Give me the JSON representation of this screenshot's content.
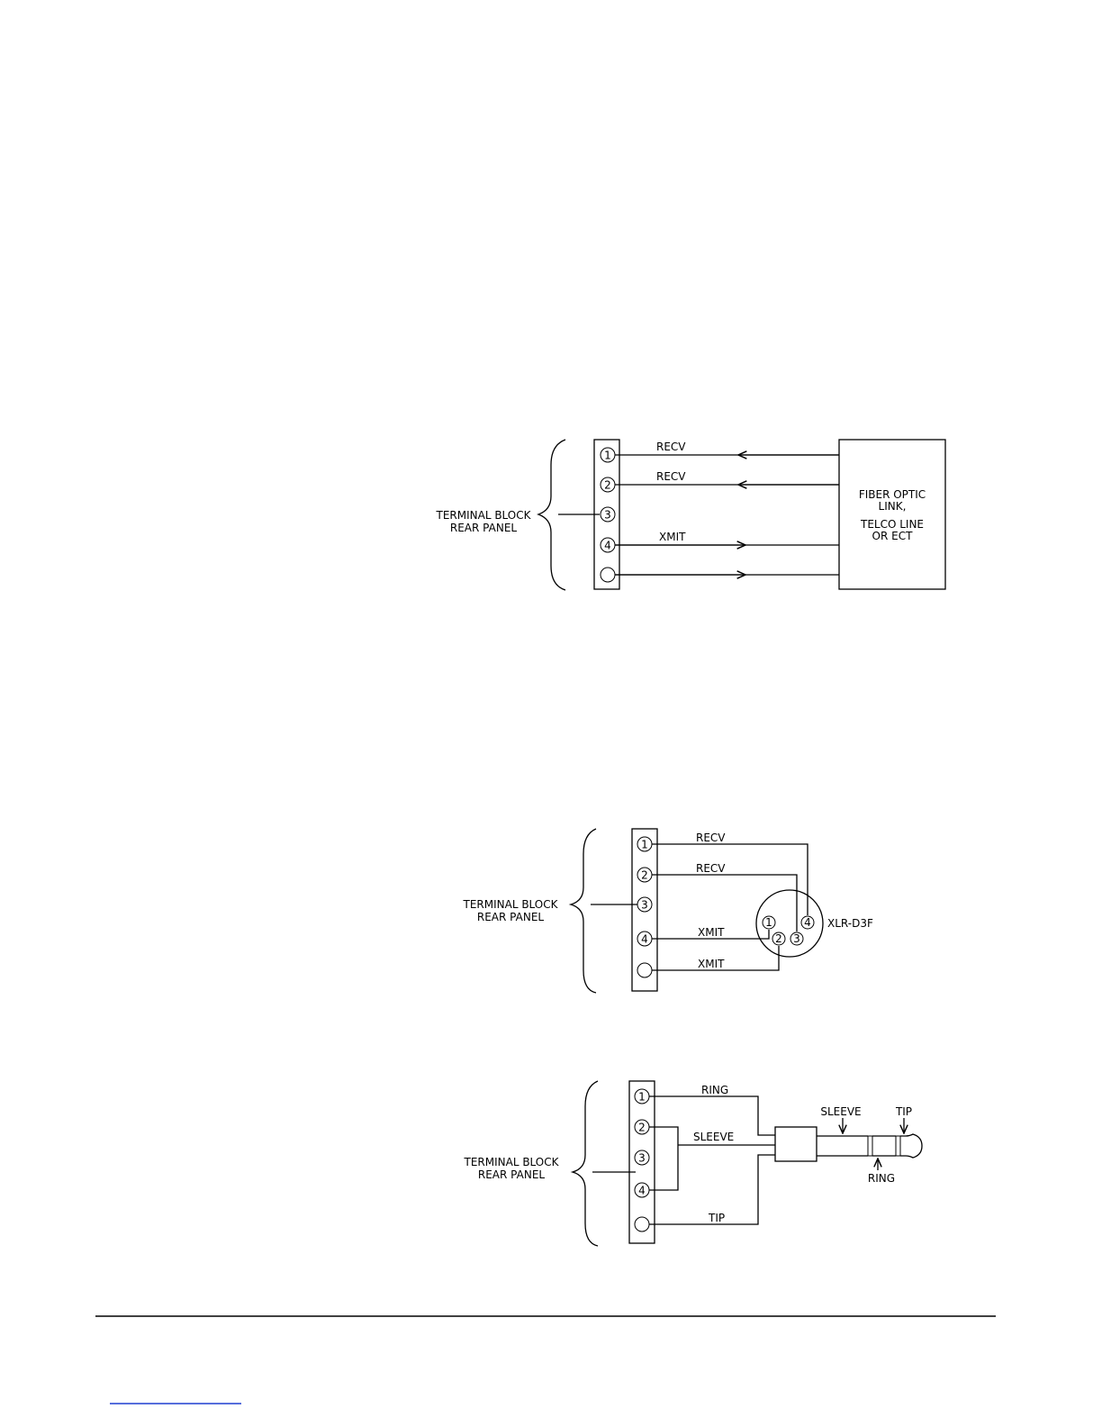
{
  "figure1": {
    "block_label_line1": "TERMINAL BLOCK",
    "block_label_line2": "REAR PANEL",
    "pins": [
      "1",
      "2",
      "3",
      "4",
      ""
    ],
    "wire_labels": [
      "RECV",
      "RECV",
      "XMIT"
    ],
    "device_line1": "FIBER OPTIC",
    "device_line2": "LINK,",
    "device_line3": "TELCO LINE",
    "device_line4": "OR ECT"
  },
  "figure2": {
    "block_label_line1": "TERMINAL BLOCK",
    "block_label_line2": "REAR PANEL",
    "pins": [
      "1",
      "2",
      "3",
      "4",
      ""
    ],
    "wire_labels": [
      "RECV",
      "RECV",
      "XMIT",
      "XMIT"
    ],
    "xlr_pins": [
      "1",
      "2",
      "3",
      "4"
    ],
    "connector_name": "XLR-D3F"
  },
  "figure3": {
    "block_label_line1": "TERMINAL BLOCK",
    "block_label_line2": "REAR PANEL",
    "pins": [
      "1",
      "2",
      "3",
      "4",
      ""
    ],
    "wire_labels": [
      "RING",
      "SLEEVE",
      "TIP"
    ],
    "plug_labels": {
      "sleeve": "SLEEVE",
      "tip": "TIP",
      "ring": "RING"
    }
  },
  "colors": {
    "line": "#000000",
    "link_underline": "#1f3fd0"
  }
}
